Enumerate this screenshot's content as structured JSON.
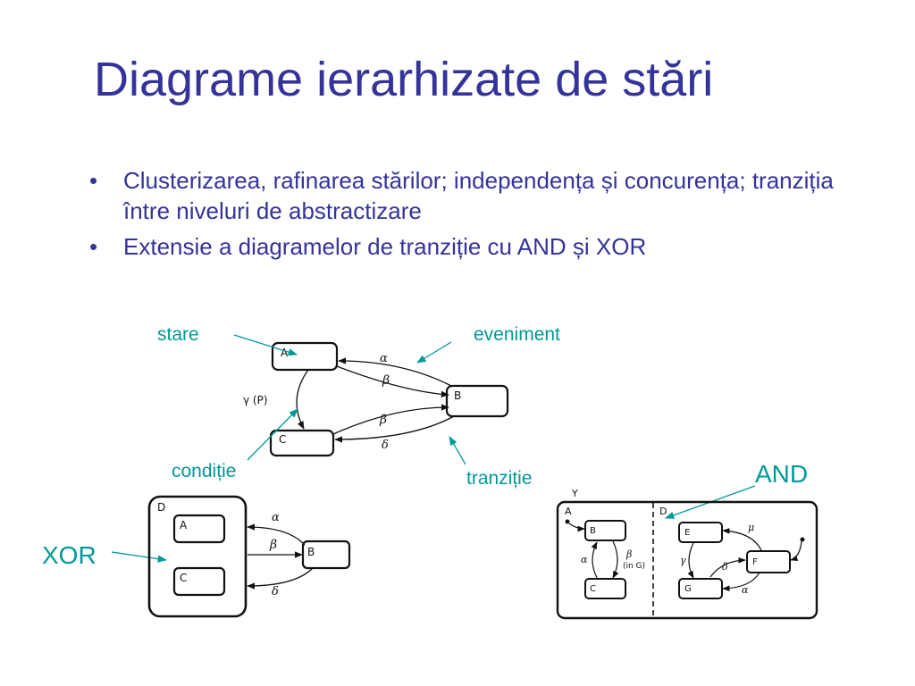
{
  "title": "Diagrame ierarhizate de stări",
  "bullets": [
    "Clusterizarea, rafinarea stărilor; independența și concurența; tranziția între niveluri de abstractizare",
    "Extensie a diagramelor de tranziție cu AND și XOR"
  ],
  "bullet_symbol": "•",
  "annotations": {
    "stare": "stare",
    "eveniment": "eveniment",
    "conditie": "condiție",
    "tranzitie": "tranziție",
    "and": "AND",
    "xor": "XOR"
  },
  "annotation_color": "#009999",
  "text_color": "#333399",
  "diagram_top": {
    "states": [
      "A",
      "B",
      "C"
    ],
    "events": [
      "α",
      "β",
      "β",
      "δ"
    ],
    "condition": "γ (P)"
  },
  "diagram_xor": {
    "superstate": "D",
    "states": [
      "A",
      "C",
      "B"
    ],
    "events": [
      "α",
      "β",
      "δ"
    ]
  },
  "diagram_and": {
    "superstate": "Y",
    "regions": [
      "A",
      "D"
    ],
    "states": [
      "B",
      "C",
      "E",
      "F",
      "G"
    ],
    "events": [
      "α",
      "β",
      "(in G)",
      "μ",
      "γ",
      "δ",
      "α"
    ]
  }
}
